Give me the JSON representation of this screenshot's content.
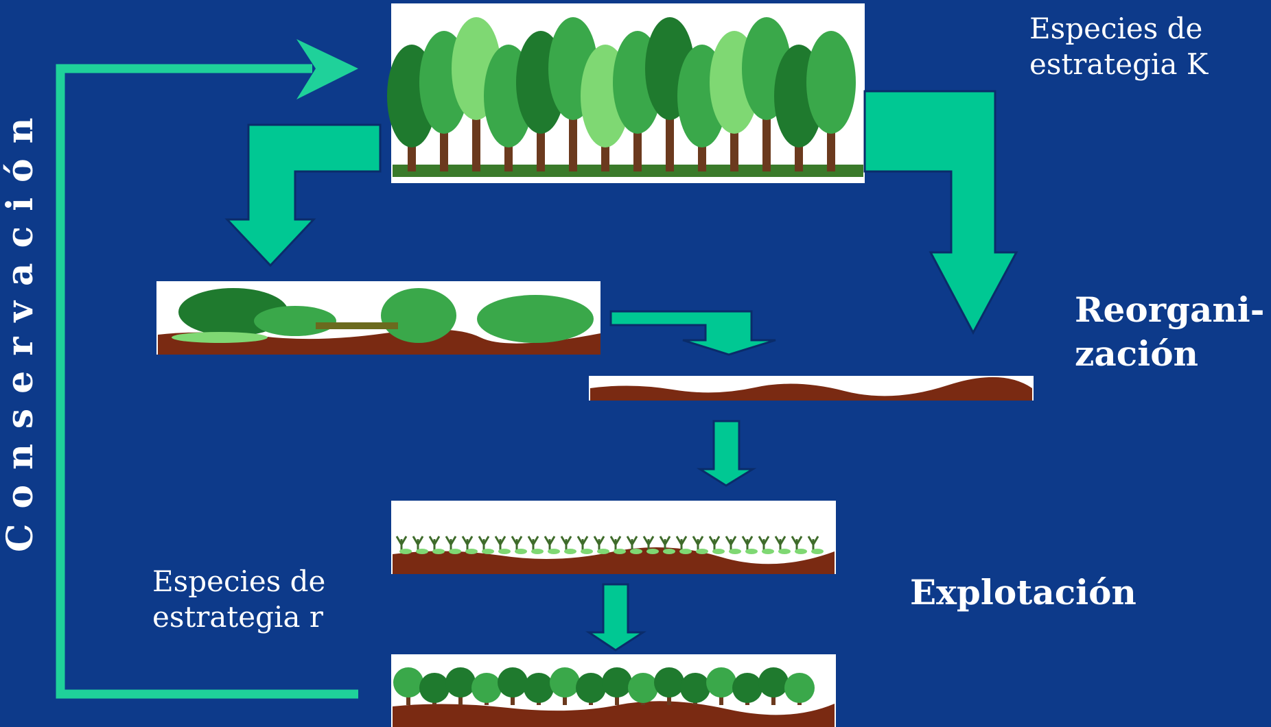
{
  "labels": {
    "k_species": [
      "Especies de",
      "estrategia K"
    ],
    "r_species": [
      "Especies de",
      "estrategia r"
    ],
    "reorganization": [
      "Reorgani-",
      "zación"
    ],
    "exploitation": "Explotación",
    "conservation": "Conservación"
  },
  "colors": {
    "background": "#0d3a8a",
    "arrow_fill": "#00c893",
    "cycle_line": "#1fd19a",
    "soil": "#7a2a12",
    "dark_green": "#1f7a2e",
    "mid_green": "#3aa84a",
    "light_green": "#7fd873",
    "trunk": "#6b3a1e"
  },
  "icons": {
    "forest_mature": "mature-forest-icon",
    "forest_fallen": "fallen-forest-icon",
    "bare_soil": "bare-soil-icon",
    "seedlings": "seedlings-icon",
    "shrubs": "young-shrubs-icon"
  }
}
